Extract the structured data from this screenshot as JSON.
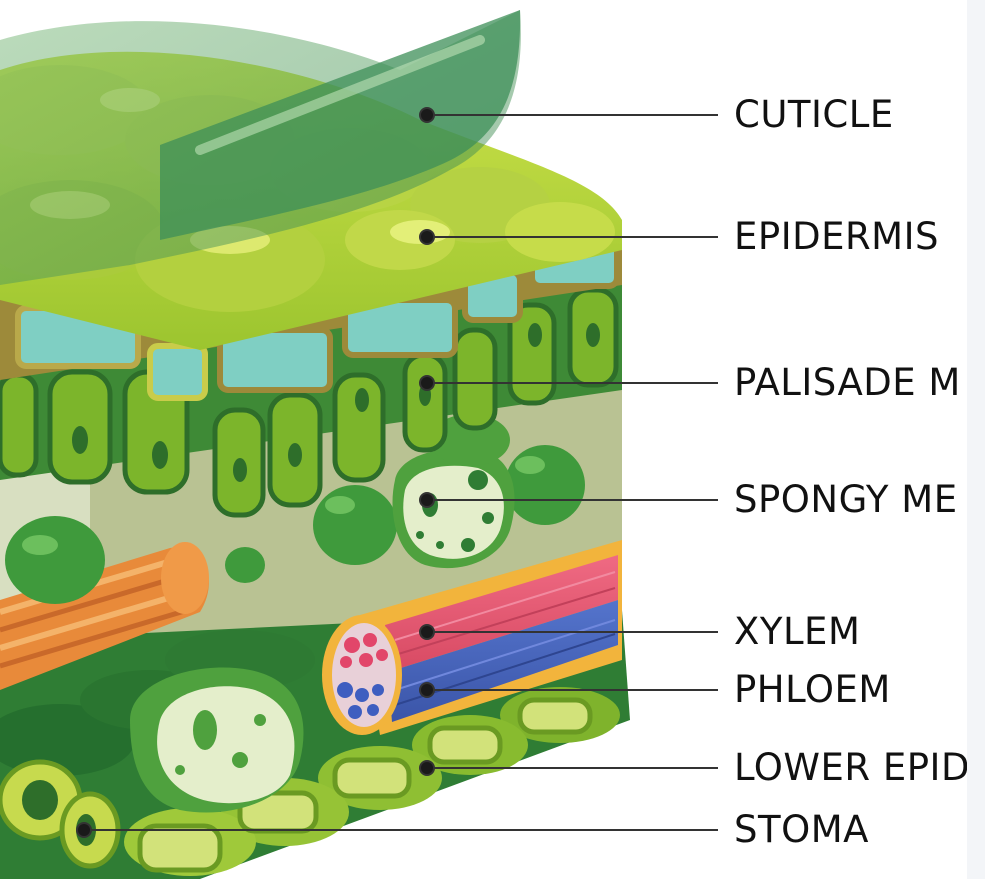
{
  "labels": [
    {
      "id": "cuticle",
      "text": "CUTICLE"
    },
    {
      "id": "epidermis",
      "text": "EPIDERMIS"
    },
    {
      "id": "palisade",
      "text": "PALISADE M"
    },
    {
      "id": "spongy",
      "text": "SPONGY ME"
    },
    {
      "id": "xylem",
      "text": "XYLEM"
    },
    {
      "id": "phloem",
      "text": "PHLOEM"
    },
    {
      "id": "lower-epidermis",
      "text": "LOWER EPID"
    },
    {
      "id": "stoma",
      "text": "STOMA"
    }
  ],
  "colors": {
    "leaf_green_light": "#b9d63a",
    "leaf_green": "#7cb52b",
    "leaf_green_dark": "#3e8a36",
    "cuticle": "#4f9a5c",
    "cell_cyan": "#7fcfc3",
    "xylem_red": "#e55a72",
    "phloem_blue": "#4a66bf",
    "vein_orange": "#e88a3a",
    "background_inner": "#b9c293"
  }
}
